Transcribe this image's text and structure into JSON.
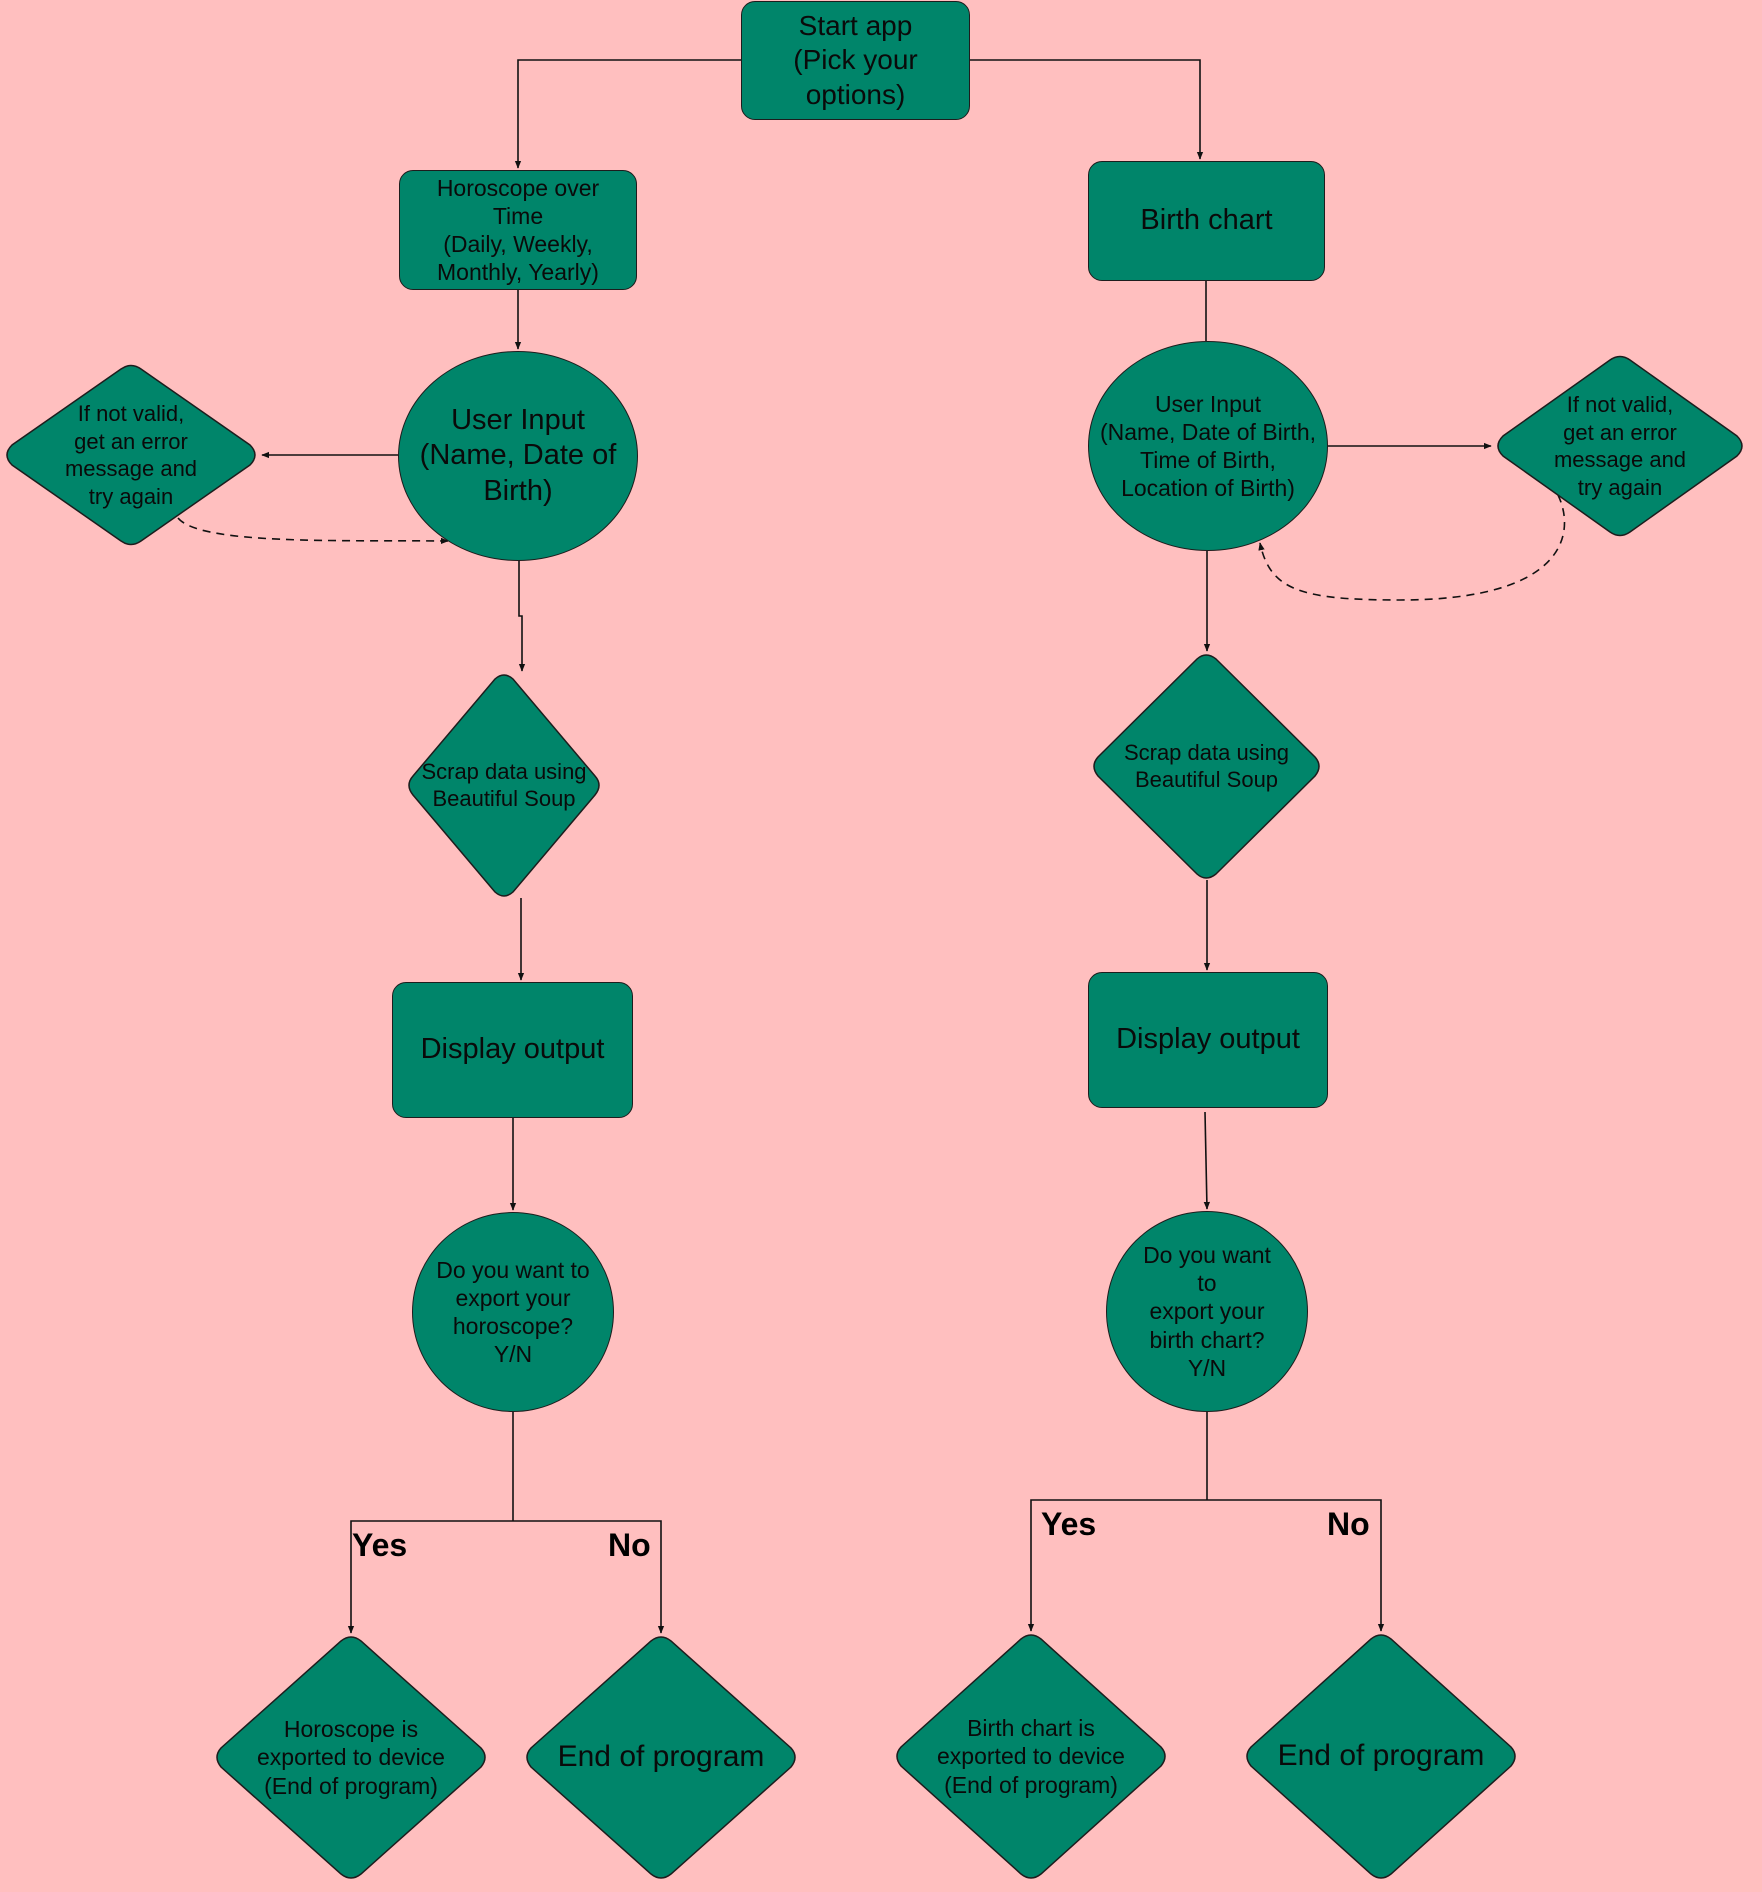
{
  "colors": {
    "background": "#ffbfbf",
    "node_fill": "#00856a",
    "node_stroke": "#1d1d1d",
    "edge": "#111111"
  },
  "nodes": {
    "start": "Start app\n(Pick your\noptions)",
    "horoscope_over_time": "Horoscope over\nTime\n(Daily, Weekly,\nMonthly, Yearly)",
    "birth_chart": "Birth chart",
    "left_user_input": "User Input\n(Name, Date of\nBirth)",
    "left_error": "If not valid,\nget an error\nmessage and\ntry again",
    "right_user_input": "User Input\n(Name, Date of Birth,\nTime of Birth,\nLocation of Birth)",
    "right_error": "If not valid,\nget an error\nmessage and\ntry again",
    "left_scrape": "Scrap data using\nBeautiful Soup",
    "right_scrape": "Scrap data using\nBeautiful Soup",
    "left_display": "Display output",
    "right_display": "Display output",
    "left_export_question": "Do you want to\nexport your\nhoroscope?\nY/N",
    "right_export_question": "Do you want\nto\nexport your\nbirth chart?\nY/N",
    "left_exported": "Horoscope is\nexported to device\n(End of program)",
    "left_end": "End of program",
    "right_exported": "Birth chart is\nexported to device\n(End of program)",
    "right_end": "End of program"
  },
  "edge_labels": {
    "left_yes": "Yes",
    "left_no": "No",
    "right_yes": "Yes",
    "right_no": "No"
  }
}
